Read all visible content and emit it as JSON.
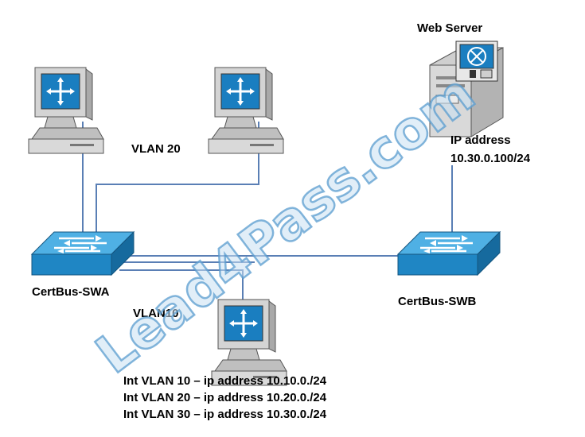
{
  "nodes": {
    "web_server": {
      "label": "Web Server",
      "ip_label": "IP address",
      "ip_value": "10.30.0.100/24"
    },
    "swa": {
      "label": "CertBus-SWA"
    },
    "swb": {
      "label": "CertBus-SWB"
    }
  },
  "vlan_labels": {
    "vlan20": "VLAN 20",
    "vlan10": "VLAN10"
  },
  "interfaces": [
    "Int VLAN 10 – ip address 10.10.0./24",
    "Int VLAN 20 – ip address 10.20.0./24",
    "Int VLAN 30 – ip address 10.30.0./24"
  ],
  "watermark": "Lead4Pass.com",
  "colors": {
    "link": "#5a7fb5",
    "switch": "#1f86c4",
    "screen": "#1a7ec0",
    "pc_body": "#d9d9d9"
  }
}
